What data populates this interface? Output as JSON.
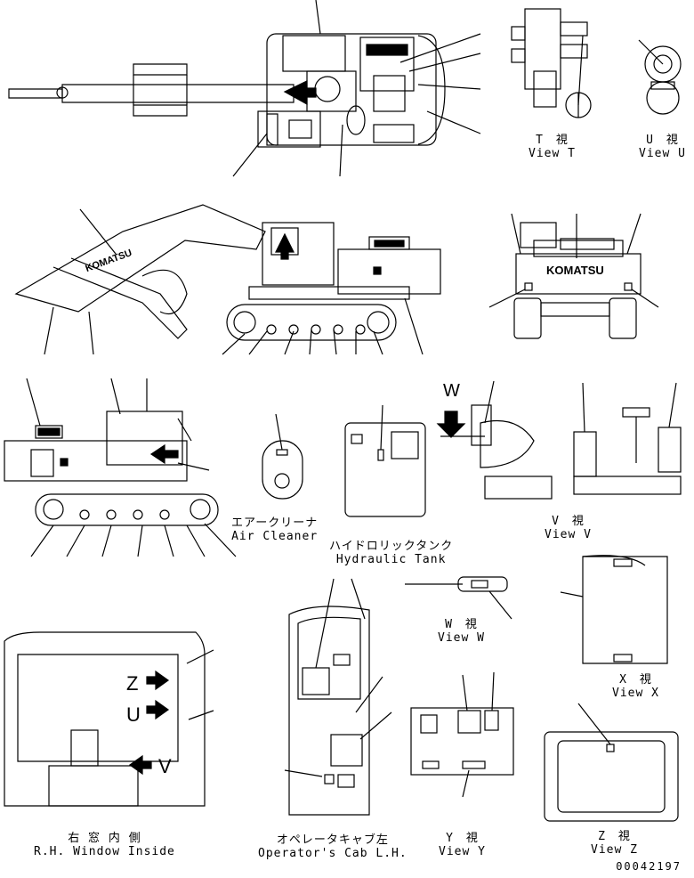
{
  "logo": {
    "brand": "KOMATSU"
  },
  "arrows": {
    "z": "Z",
    "u": "U",
    "v": "V",
    "w": "W"
  },
  "views": {
    "t": {
      "jp": "T　視",
      "en": "View T"
    },
    "u": {
      "jp": "U　視",
      "en": "View U"
    },
    "air_cleaner": {
      "jp": "エアークリーナ",
      "en": "Air Cleaner"
    },
    "hydraulic_tank": {
      "jp": "ハイドロリックタンク",
      "en": "Hydraulic Tank"
    },
    "v": {
      "jp": "V　視",
      "en": "View V"
    },
    "w": {
      "jp": "W　視",
      "en": "View W"
    },
    "x": {
      "jp": "X　視",
      "en": "View X"
    },
    "rh_window": {
      "jp": "右 窓 内 側",
      "en": "R.H. Window Inside"
    },
    "cab_lh": {
      "jp": "オペレータキャブ左",
      "en": "Operator's Cab L.H."
    },
    "y": {
      "jp": "Y　視",
      "en": "View Y"
    },
    "z": {
      "jp": "Z　視",
      "en": "View Z"
    }
  },
  "document_number": "00042197"
}
